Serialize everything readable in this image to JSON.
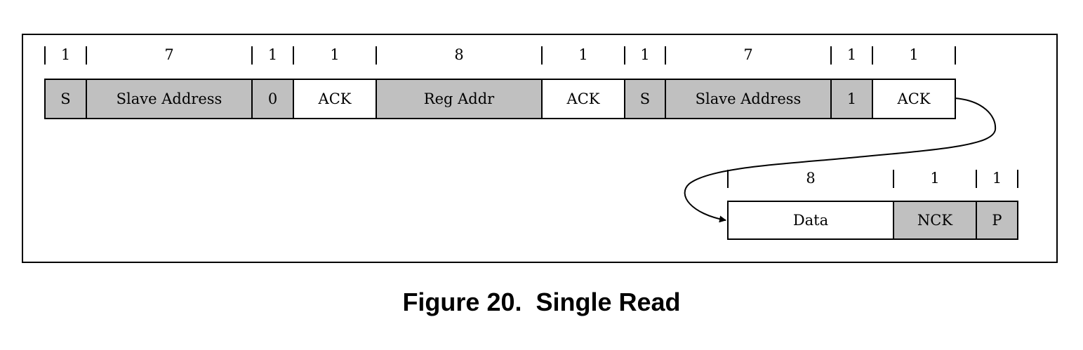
{
  "colors": {
    "shaded": "#c0c0c0",
    "plain": "#ffffff",
    "line": "#000000"
  },
  "row1": [
    {
      "label": "S",
      "bits": "1",
      "shaded": true
    },
    {
      "label": "Slave Address",
      "bits": "7",
      "shaded": true
    },
    {
      "label": "0",
      "bits": "1",
      "shaded": true
    },
    {
      "label": "ACK",
      "bits": "1",
      "shaded": false
    },
    {
      "label": "Reg Addr",
      "bits": "8",
      "shaded": true
    },
    {
      "label": "ACK",
      "bits": "1",
      "shaded": false
    },
    {
      "label": "S",
      "bits": "1",
      "shaded": true
    },
    {
      "label": "Slave Address",
      "bits": "7",
      "shaded": true
    },
    {
      "label": "1",
      "bits": "1",
      "shaded": true
    },
    {
      "label": "ACK",
      "bits": "1",
      "shaded": false
    }
  ],
  "row2": [
    {
      "label": "Data",
      "bits": "8",
      "shaded": false
    },
    {
      "label": "NCK",
      "bits": "1",
      "shaded": true
    },
    {
      "label": "P",
      "bits": "1",
      "shaded": true
    }
  ],
  "caption": "Figure 20.  Single Read"
}
